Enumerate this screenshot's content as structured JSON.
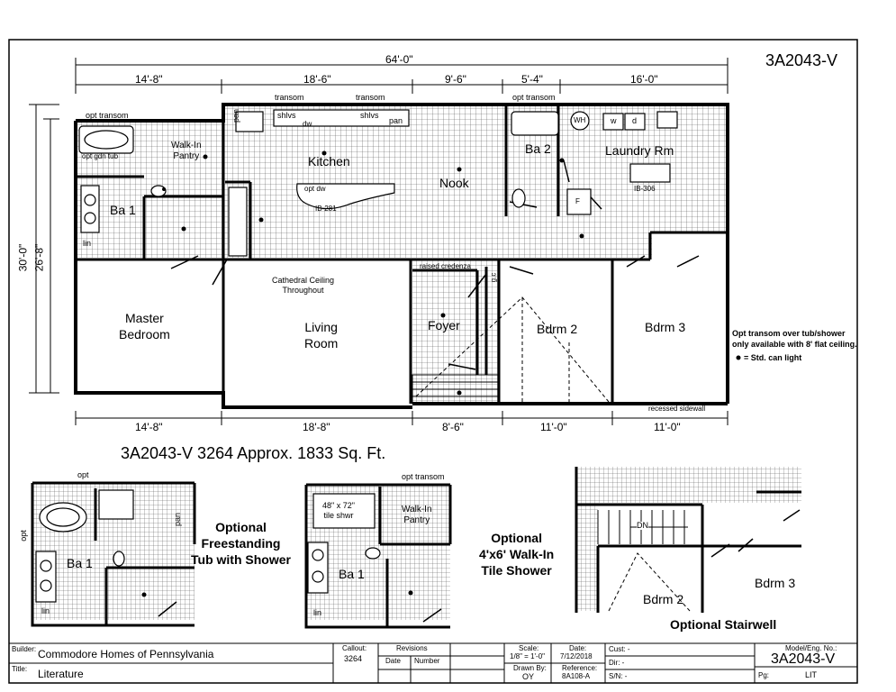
{
  "header": {
    "model_top": "3A2043-V",
    "overall_width": "64'-0\"",
    "top_dims": [
      "14'-8\"",
      "18'-6\"",
      "9'-6\"",
      "5'-4\"",
      "16'-0\""
    ],
    "bottom_dims": [
      "14'-8\"",
      "18'-8\"",
      "8'-6\"",
      "11'-0\"",
      "11'-0\""
    ],
    "left_dims": [
      "30'-0\"",
      "26'-8\""
    ]
  },
  "plan": {
    "transom_1": "transom",
    "transom_2": "transom",
    "opt_transom_top": "opt transom",
    "opt_transom_left": "opt transom",
    "opt_gdn_tub": "opt gdn tub",
    "walk_in_pantry": "Walk-In\nPantry",
    "pan_1": "pan",
    "pan_2": "pan",
    "shlvs_1": "shlvs",
    "shlvs_2": "shlvs",
    "dw": "dw",
    "kitchen": "Kitchen",
    "opt_dw": "opt dw",
    "ib_281": "IB-281",
    "nook": "Nook",
    "ba2": "Ba 2",
    "wh": "WH",
    "w": "w",
    "d": "d",
    "laundry": "Laundry Rm",
    "ib_306": "IB-306",
    "ba1": "Ba 1",
    "lin": "lin",
    "f": "F",
    "cathedral": "Cathedral Ceiling\nThroughout",
    "master": "Master\nBedroom",
    "living": "Living\nRoom",
    "raised_credenza": "raised credenza",
    "gc": "g.c",
    "foyer": "Foyer",
    "bdrm2": "Bdrm 2",
    "bdrm3": "Bdrm 3",
    "recessed_sidewall": "recessed sidewall",
    "note_transom": "Opt transom over tub/shower\nonly available with 8' flat ceiling.",
    "note_can": "= Std. can light",
    "plan_title": "3A2043-V 3264  Approx. 1833 Sq. Ft."
  },
  "option1": {
    "opt": "opt",
    "opt_side": "opt",
    "pan": "pan",
    "ba1": "Ba 1",
    "lin": "lin",
    "caption": "Optional\nFreestanding\nTub with Shower"
  },
  "option2": {
    "opt_transom": "opt transom",
    "tile_shwr": "48\" x 72\"\ntile shwr",
    "walk_in_pantry": "Walk-In\nPantry",
    "ba1": "Ba 1",
    "lin": "lin",
    "caption": "Optional\n4'x6' Walk-In\nTile Shower"
  },
  "option3": {
    "dn": "DN",
    "bdrm2": "Bdrm 2",
    "bdrm3": "Bdrm 3",
    "caption": "Optional Stairwell"
  },
  "title_block": {
    "builder_label": "Builder:",
    "builder": "Commodore Homes of Pennsylvania",
    "title_label": "Title:",
    "title": "Literature",
    "callout_label": "Callout:",
    "callout": "3264",
    "revisions_label": "Revisions",
    "date_col": "Date",
    "number_col": "Number",
    "scale_label": "Scale:",
    "scale": "1/8\" = 1'-0\"",
    "drawn_label": "Drawn By:",
    "drawn": "OY",
    "date_label": "Date:",
    "date": "7/12/2018",
    "reference_label": "Reference:",
    "reference": "8A108-A",
    "cust_label": "Cust: -",
    "dir_label": "Dir: -",
    "sn_label": "S/N: -",
    "model_label": "Model/Eng. No.:",
    "model": "3A2043-V",
    "pg_label": "Pg:",
    "pg": "LIT"
  }
}
